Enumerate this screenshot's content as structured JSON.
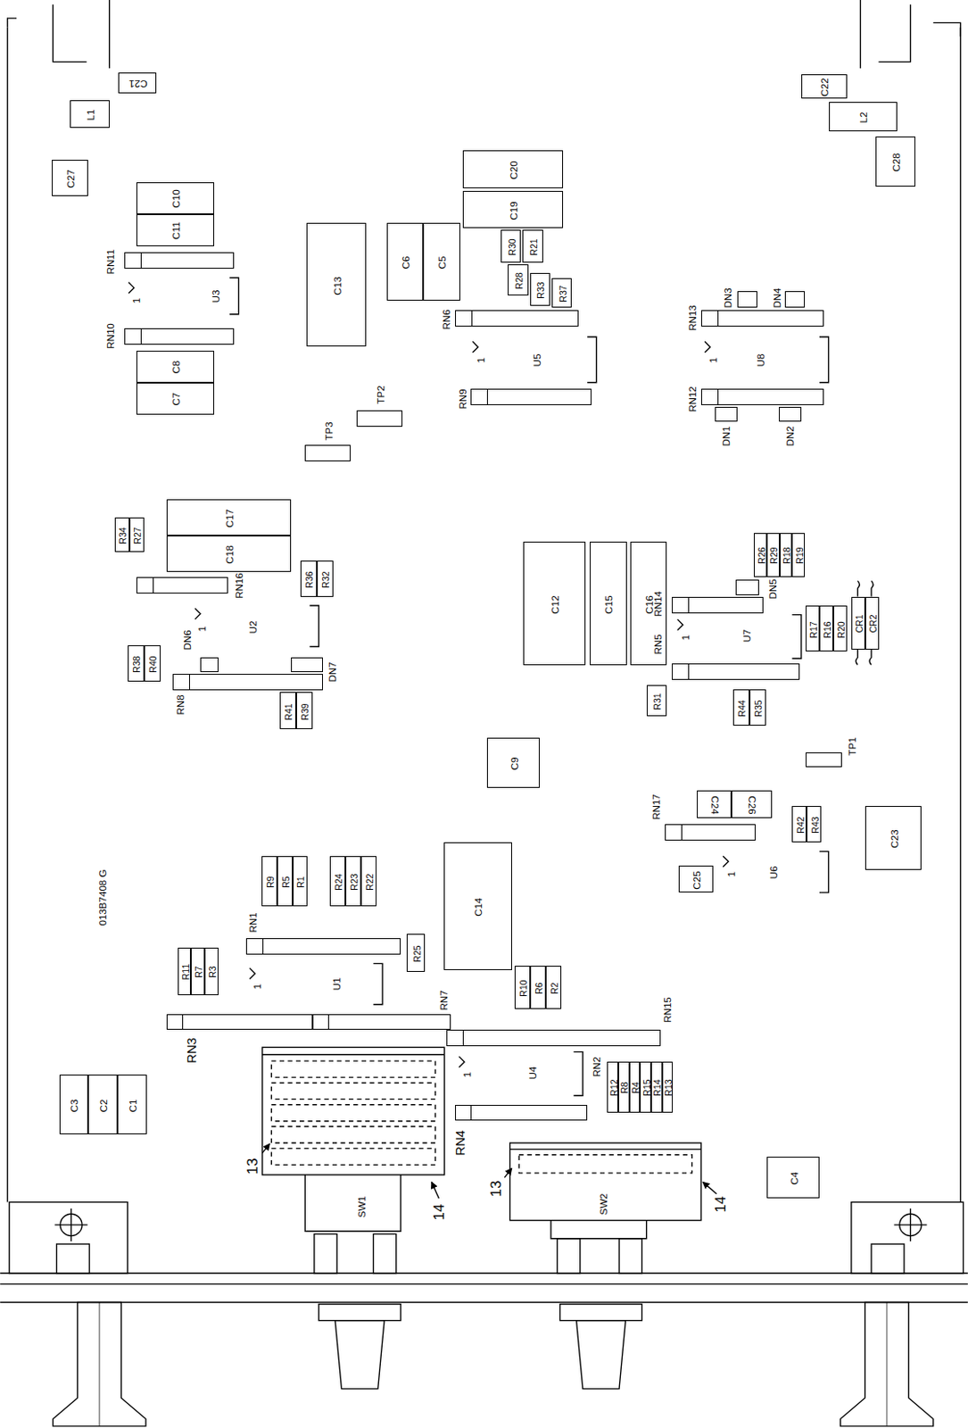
{
  "diagram": {
    "nodes": [
      {
        "text": [
          "C21"
        ]
      },
      {
        "text": [
          "L1"
        ]
      },
      {
        "text": [
          "C22"
        ]
      },
      {
        "text": [
          "L2"
        ]
      },
      {
        "text": [
          "C27"
        ]
      },
      {
        "text": [
          "C28"
        ]
      },
      {
        "text": [
          "C10"
        ]
      },
      {
        "text": [
          "C11"
        ]
      },
      {
        "text": [
          "C20"
        ]
      },
      {
        "text": [
          "C19"
        ]
      },
      {
        "text": [
          "C13"
        ]
      },
      {
        "text": [
          "C6"
        ]
      },
      {
        "text": [
          "C5"
        ]
      },
      {
        "text": [
          "R30"
        ]
      },
      {
        "text": [
          "R21"
        ]
      },
      {
        "text": [
          "R28"
        ]
      },
      {
        "text": [
          "R33"
        ]
      },
      {
        "text": [
          "R37"
        ]
      },
      {
        "text": [
          "RN11"
        ]
      },
      {
        "text": [
          "U3",
          "1"
        ]
      },
      {
        "text": [
          "RN6"
        ]
      },
      {
        "text": [
          "DN3"
        ]
      },
      {
        "text": [
          "DN4"
        ]
      },
      {
        "text": [
          "RN13"
        ]
      },
      {
        "text": [
          "RN10"
        ]
      },
      {
        "text": [
          "C8"
        ]
      },
      {
        "text": [
          "C7"
        ]
      },
      {
        "text": [
          "U5",
          "1"
        ]
      },
      {
        "text": [
          "U8",
          "1"
        ]
      },
      {
        "text": [
          "RN9"
        ]
      },
      {
        "text": [
          "RN12"
        ]
      },
      {
        "text": [
          "DN1"
        ]
      },
      {
        "text": [
          "DN2"
        ]
      },
      {
        "text": [
          "TP2"
        ]
      },
      {
        "text": [
          "TP3"
        ]
      },
      {
        "text": [
          "C17"
        ]
      },
      {
        "text": [
          "C18"
        ]
      },
      {
        "text": [
          "R34"
        ]
      },
      {
        "text": [
          "R27"
        ]
      },
      {
        "text": [
          "R36"
        ]
      },
      {
        "text": [
          "R32"
        ]
      },
      {
        "text": [
          "RN16"
        ]
      },
      {
        "text": [
          "U2",
          "1"
        ]
      },
      {
        "text": [
          "R38"
        ]
      },
      {
        "text": [
          "R40"
        ]
      },
      {
        "text": [
          "DN6"
        ]
      },
      {
        "text": [
          "DN7"
        ]
      },
      {
        "text": [
          "RN8"
        ]
      },
      {
        "text": [
          "R41"
        ]
      },
      {
        "text": [
          "R39"
        ]
      },
      {
        "text": [
          "C12"
        ]
      },
      {
        "text": [
          "C15"
        ]
      },
      {
        "text": [
          "C16"
        ]
      },
      {
        "text": [
          "R26"
        ]
      },
      {
        "text": [
          "R29"
        ]
      },
      {
        "text": [
          "R18"
        ]
      },
      {
        "text": [
          "R19"
        ]
      },
      {
        "text": [
          "RN14"
        ]
      },
      {
        "text": [
          "DN5"
        ]
      },
      {
        "text": [
          "U7",
          "1"
        ]
      },
      {
        "text": [
          "RN5"
        ]
      },
      {
        "text": [
          "R17"
        ]
      },
      {
        "text": [
          "R16"
        ]
      },
      {
        "text": [
          "R20"
        ]
      },
      {
        "text": [
          "CR1"
        ]
      },
      {
        "text": [
          "CR2"
        ]
      },
      {
        "text": [
          "R31"
        ]
      },
      {
        "text": [
          "R44"
        ]
      },
      {
        "text": [
          "R35"
        ]
      },
      {
        "text": [
          "C9"
        ]
      },
      {
        "text": [
          "TP1"
        ]
      },
      {
        "text": [
          "RN17"
        ]
      },
      {
        "text": [
          "C24"
        ]
      },
      {
        "text": [
          "C26"
        ]
      },
      {
        "text": [
          "R42"
        ]
      },
      {
        "text": [
          "R43"
        ]
      },
      {
        "text": [
          "C23"
        ]
      },
      {
        "text": [
          "C25"
        ]
      },
      {
        "text": [
          "U6",
          "1"
        ]
      },
      {
        "text": [
          "C14"
        ]
      },
      {
        "text": [
          "R9"
        ]
      },
      {
        "text": [
          "R5"
        ]
      },
      {
        "text": [
          "R1"
        ]
      },
      {
        "text": [
          "R24"
        ]
      },
      {
        "text": [
          "R23"
        ]
      },
      {
        "text": [
          "R22"
        ]
      },
      {
        "text": [
          "RN1"
        ]
      },
      {
        "text": [
          "R25"
        ]
      },
      {
        "text": [
          "R11"
        ]
      },
      {
        "text": [
          "R7"
        ]
      },
      {
        "text": [
          "R3"
        ]
      },
      {
        "text": [
          "U1",
          "1"
        ]
      },
      {
        "text": [
          "RN3"
        ]
      },
      {
        "text": [
          "RN7"
        ]
      },
      {
        "text": [
          "R10"
        ]
      },
      {
        "text": [
          "R6"
        ]
      },
      {
        "text": [
          "R2"
        ]
      },
      {
        "text": [
          "RN15"
        ]
      },
      {
        "text": [
          "U4",
          "1"
        ]
      },
      {
        "text": [
          "RN2"
        ]
      },
      {
        "text": [
          "R12"
        ]
      },
      {
        "text": [
          "R8"
        ]
      },
      {
        "text": [
          "R4"
        ]
      },
      {
        "text": [
          "R15"
        ]
      },
      {
        "text": [
          "R14"
        ]
      },
      {
        "text": [
          "R13"
        ]
      },
      {
        "text": [
          "C3"
        ]
      },
      {
        "text": [
          "C2"
        ]
      },
      {
        "text": [
          "C1"
        ]
      },
      {
        "text": [
          "SW1"
        ]
      },
      {
        "text": [
          "SW2"
        ]
      },
      {
        "text": [
          "C4"
        ]
      }
    ],
    "labels": [
      "013B7408 G",
      "13",
      "14",
      "13",
      "14",
      "RN4"
    ]
  }
}
